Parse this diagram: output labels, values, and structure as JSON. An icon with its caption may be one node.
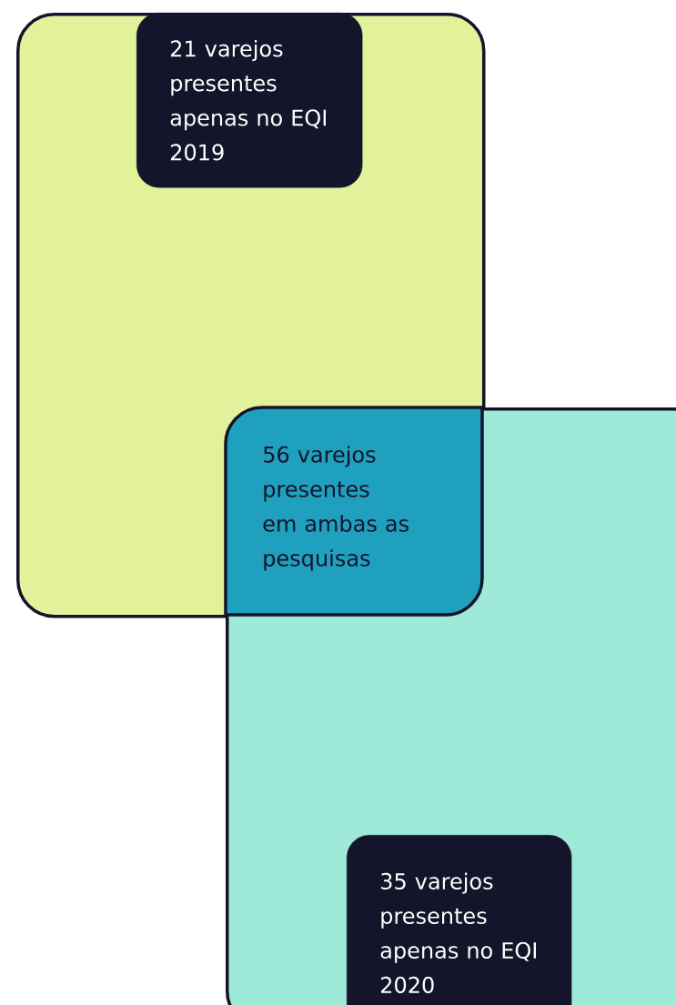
{
  "diagram": {
    "nodes": [
      {
        "text": [],
        "shape": "box"
      },
      {
        "text": [],
        "shape": "box"
      },
      {
        "text": [
          "21 varejos presentes apenas no EQI 2019"
        ],
        "in": 0
      },
      {
        "text": [
          "56 varejos presentes em ambas as pesquisas"
        ]
      },
      {
        "text": [
          "35 varejos presentes apenas no EQI 2020"
        ],
        "in": 1
      }
    ]
  }
}
